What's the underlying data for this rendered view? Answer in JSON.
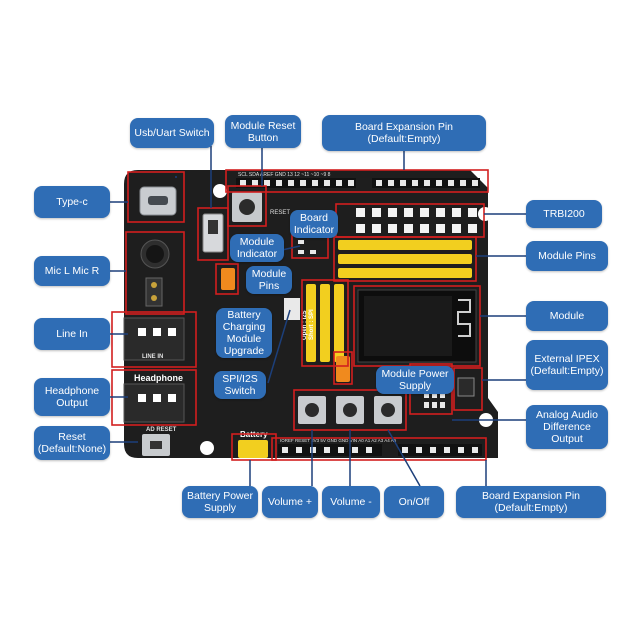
{
  "labels": {
    "usb_uart_switch": "Usb/Uart Switch",
    "module_reset_button": "Module Reset\nButton",
    "board_expansion_pin_top": "Board Expansion Pin\n(Default:Empty)",
    "type_c": "Type-c",
    "trbi200": "TRBI200",
    "board_indicator": "Board\nIndicator",
    "module_indicator": "Module\nIndicator",
    "module_pins_small": "Module\nPins",
    "module_pins": "Module Pins",
    "mic_lr": "Mic L  Mic R",
    "line_in": "Line In",
    "module": "Module",
    "battery_charging": "Battery\nCharging\nModule\nUpgrade",
    "external_ipex": "External IPEX\n(Default:Empty)",
    "spi_i2s_switch": "SPI/I2S\nSwitch",
    "module_power_supply": "Module Power\nSupply",
    "headphone_output": "Headphone\nOutput",
    "analog_audio": "Analog Audio\nDifference Output",
    "reset": "Reset\n(Default:None)",
    "battery_power_supply": "Battery Power\nSupply",
    "volume_plus": "Volume +",
    "volume_minus": "Volume -",
    "on_off": "On/Off",
    "board_expansion_pin_bottom": "Board Expansion Pin\n(Default:Empty)"
  },
  "silkscreen": {
    "line_in": "LINE IN",
    "headphone": "Headphone",
    "ad_reset": "AD RESET",
    "battery": "Battery",
    "reset": "RESET",
    "spi": "Open : I2S\nShort : SPI",
    "top_pins": "SCL  SDA  AREF  GND  13  12  ~11  ~10  ~9  8",
    "bottom_pins": "IOREF  RESET  3V3  5V  GND  GND  VIN     A0  A1  A2  A3  A4  A5"
  },
  "colors": {
    "callout_fill": "#2f6db5",
    "callout_text": "#ffffff",
    "pointer_line": "#1c3f7a",
    "highlight_box": "#d21f1f",
    "pcb": "#1e1e1e",
    "header_yellow": "#f2cf1f",
    "jumper_orange": "#f08a1e"
  }
}
